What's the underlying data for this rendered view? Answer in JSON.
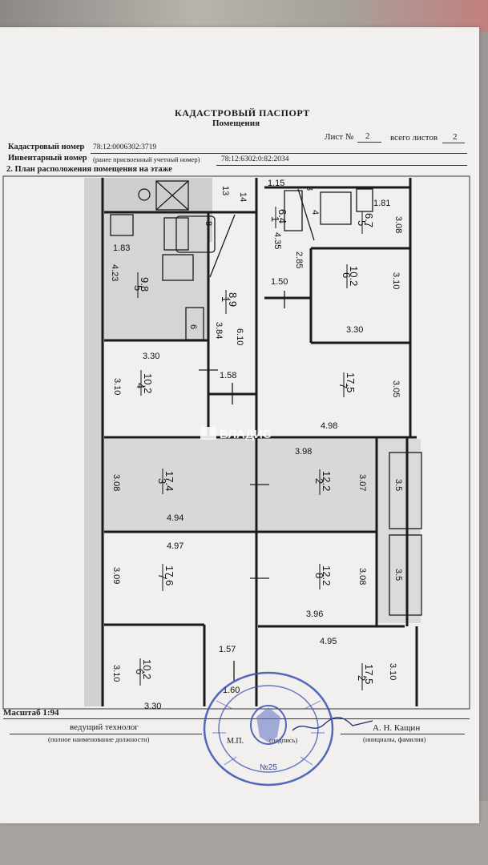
{
  "header": {
    "title": "КАДАСТРОВЫЙ ПАСПОРТ",
    "subtitle": "Помещения",
    "sheet_label": "Лист №",
    "sheet_no": "2",
    "total_label": "всего листов",
    "total_no": "2",
    "cad_label": "Кадастровый номер",
    "cad_value": "78:12:0006302:3719",
    "inv_label": "Инвентарный номер",
    "inv_note": "(ранее присвоенный учетный номер)",
    "inv_value": "78:12:6302:0:82:2034",
    "section": "2. План расположения помещения на этаже"
  },
  "plan": {
    "watermark": "ВЛАДИС",
    "rooms": [
      {
        "num": "5",
        "area": "9.8"
      },
      {
        "num": "1",
        "area": "8.9"
      },
      {
        "num": "4",
        "area": "10.2"
      },
      {
        "num": "3",
        "area": "17.4"
      },
      {
        "num": "7",
        "area": "17.6"
      },
      {
        "num": "6",
        "area": "10.2"
      },
      {
        "num": "1",
        "area": "6.4"
      },
      {
        "num": "5",
        "area": "6.7"
      },
      {
        "num": "6",
        "area": "10.2"
      },
      {
        "num": "7",
        "area": "17.5"
      },
      {
        "num": "2",
        "area": "12.2"
      },
      {
        "num": "8",
        "area": "12.2"
      },
      {
        "num": "2",
        "area": "17.5"
      }
    ],
    "dims": [
      "1.15",
      "14",
      "13",
      "3",
      "4",
      "1.81",
      "3.08",
      "1.83",
      "4.23",
      "8",
      "6.10",
      "3.84",
      "1.58",
      "4.35",
      "2.85",
      "1.50",
      "3.10",
      "3.30",
      "3.30",
      "3.10",
      "3.05",
      "4.98",
      "3.98",
      "3.07",
      "3.5",
      "3.08",
      "4.94",
      "4.97",
      "3.09",
      "3.08",
      "3.96",
      "3.5",
      "1.57",
      "3.10",
      "4.95",
      "3.10",
      "1.60",
      "6",
      "3.30"
    ]
  },
  "footer": {
    "scale": "Масштаб 1:94",
    "position": "ведущий технолог",
    "position_note": "(полное наименование должности)",
    "mp": "М.П.",
    "signature_label": "(подпись)",
    "name": "А. Н. Кащин",
    "name_note": "(инициалы, фамилия)"
  },
  "stamp": {
    "number": "№25"
  }
}
